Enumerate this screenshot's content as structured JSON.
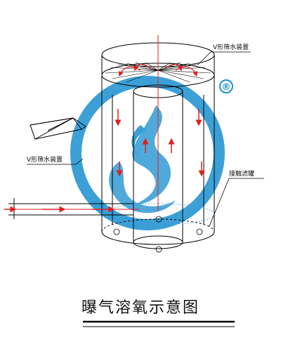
{
  "labels": {
    "v_device_top": "V形筛水装置",
    "v_device_left": "V形筛水装置",
    "filter_tank": "接触滤罐"
  },
  "caption": "曝气溶氧示意图",
  "registered_mark": "®",
  "colors": {
    "line": "#000000",
    "flow_arrow": "#e0201f",
    "watermark": "#1a8fd0",
    "dashed": "#3aa0e0"
  }
}
